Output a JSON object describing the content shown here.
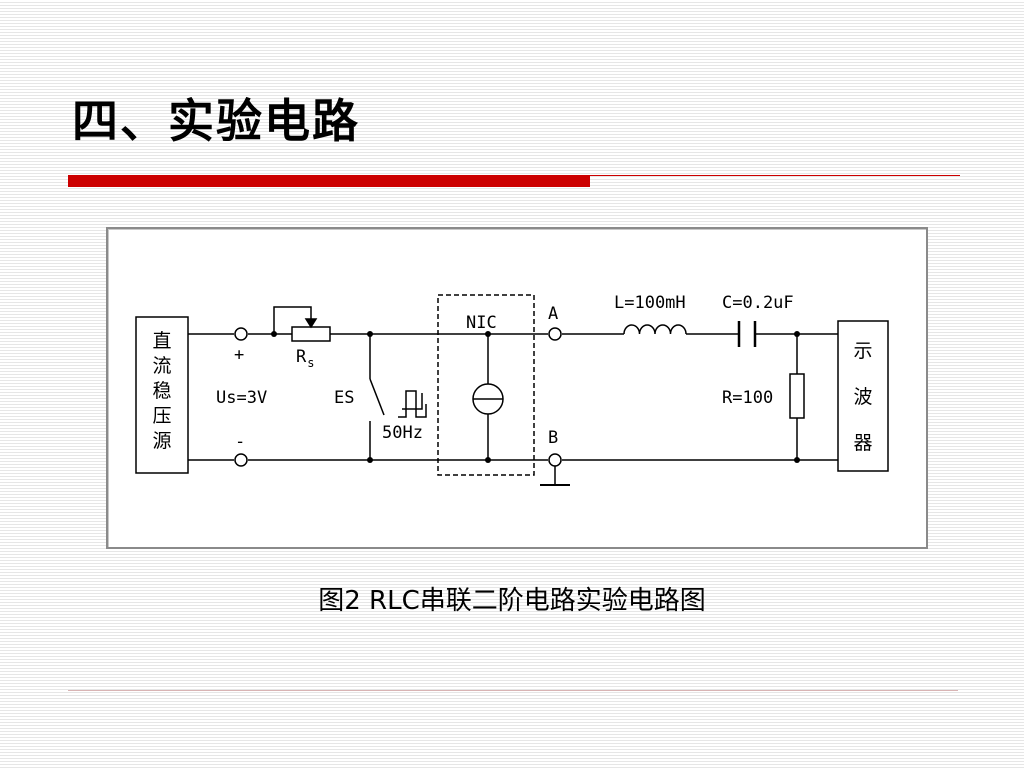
{
  "slide": {
    "title": "四、实验电路",
    "caption": "图2 RLC串联二阶电路实验电路图"
  },
  "circuit": {
    "dc_source_label": [
      "直",
      "流",
      "稳",
      "压",
      "源"
    ],
    "plus_label": "+",
    "minus_label": "-",
    "source_voltage": "Us=3V",
    "rs_label": "R",
    "rs_subscript": "s",
    "es_label": "ES",
    "freq_label": "50Hz",
    "nic_label": "NIC",
    "node_a_label": "A",
    "node_b_label": "B",
    "inductor_label": "L=100mH",
    "capacitor_label": "C=0.2uF",
    "resistor_label": "R=100",
    "scope_label": [
      "示",
      "波",
      "器"
    ]
  },
  "colors": {
    "accent_red": "#cc0000",
    "line": "#000000",
    "frame_border": "#8a8a8a"
  }
}
